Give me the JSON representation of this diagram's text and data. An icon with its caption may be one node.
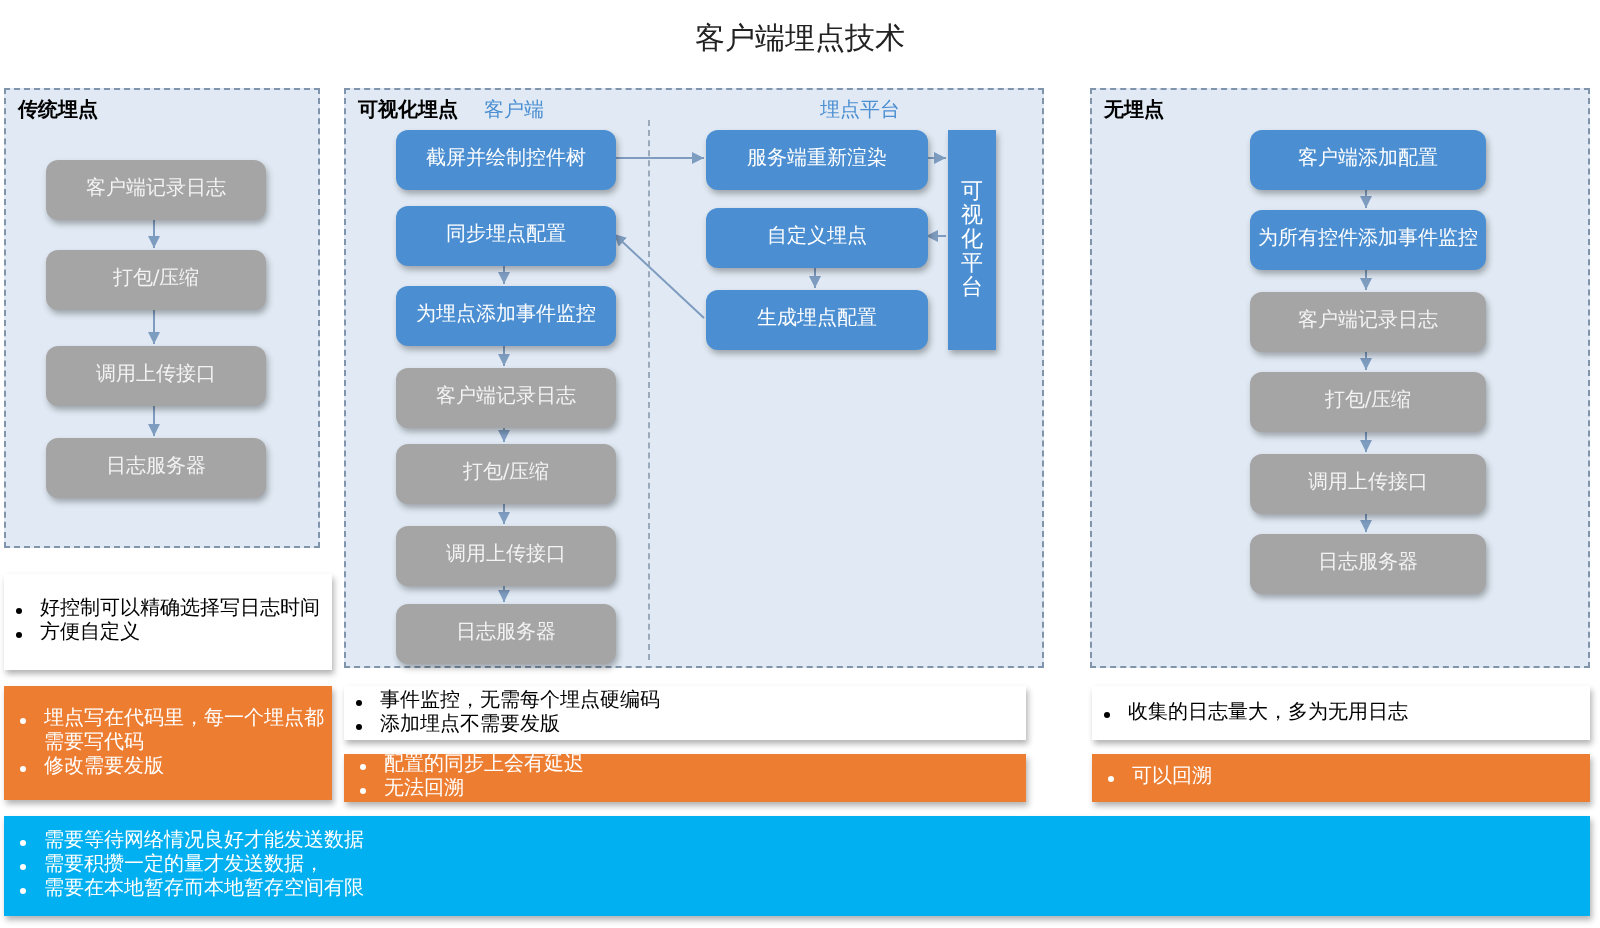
{
  "diagram": {
    "title": "客户端埋点技术",
    "nodes": [
      {
        "text": [
          "传统埋点"
        ]
      },
      {
        "text": [
          "客户端记录日志"
        ],
        "in": 0
      },
      {
        "text": [
          "打包/压缩"
        ],
        "in": 0
      },
      {
        "text": [
          "调用上传接口"
        ],
        "in": 0
      },
      {
        "text": [
          "日志服务器"
        ],
        "in": 0
      },
      {
        "text": [
          "可视化埋点"
        ]
      },
      {
        "text": [
          "截屏并绘制控件树"
        ],
        "in": 5
      },
      {
        "text": [
          "同步埋点配置"
        ],
        "in": 5
      },
      {
        "text": [
          "为埋点添加事件监控"
        ],
        "in": 5
      },
      {
        "text": [
          "客户端记录日志"
        ],
        "in": 5
      },
      {
        "text": [
          "打包/压缩"
        ],
        "in": 5
      },
      {
        "text": [
          "调用上传接口"
        ],
        "in": 5
      },
      {
        "text": [
          "日志服务器"
        ],
        "in": 5
      },
      {
        "text": [
          "服务端重新渲染"
        ],
        "in": 5
      },
      {
        "text": [
          "可视化平台"
        ],
        "in": 5
      },
      {
        "text": [
          "自定义埋点"
        ],
        "in": 5
      },
      {
        "text": [
          "生成埋点配置"
        ],
        "in": 5
      },
      {
        "text": [
          "无埋点"
        ]
      },
      {
        "text": [
          "客户端添加配置"
        ],
        "in": 17
      },
      {
        "text": [
          "为所有控件添加事件监控"
        ],
        "in": 17
      },
      {
        "text": [
          "客户端记录日志"
        ],
        "in": 17
      },
      {
        "text": [
          "打包/压缩"
        ],
        "in": 17
      },
      {
        "text": [
          "调用上传接口"
        ],
        "in": 17
      },
      {
        "text": [
          "日志服务器"
        ],
        "in": 17
      },
      {
        "text": [
          "好控制可以精确选择写日志时间",
          "方便自定义"
        ]
      },
      {
        "text": [
          "埋点写在代码里，每一个埋点都需要写代码",
          "修改需要发版"
        ]
      },
      {
        "text": [
          "事件监控，无需每个埋点硬编码",
          "添加埋点不需要发版"
        ]
      },
      {
        "text": [
          "配置的同步上会有延迟",
          "无法回溯"
        ]
      },
      {
        "text": [
          "收集的日志量大，多为无用日志"
        ]
      },
      {
        "text": [
          "可以回溯"
        ]
      },
      {
        "text": [
          "需要等待网络情况良好才能发送数据",
          "需要积攒一定的量才发送数据，",
          "需要在本地暂存而本地暂存空间有限"
        ]
      }
    ],
    "edges": [
      {
        "from": 1,
        "to": 2,
        "arrow": "to"
      },
      {
        "from": 2,
        "to": 3,
        "arrow": "to"
      },
      {
        "from": 3,
        "to": 4,
        "arrow": "to"
      },
      {
        "from": 6,
        "to": 13,
        "arrow": "to"
      },
      {
        "from": 13,
        "to": 14,
        "arrow": "to"
      },
      {
        "from": 14,
        "to": 15,
        "arrow": "to"
      },
      {
        "from": 15,
        "to": 16,
        "arrow": "to"
      },
      {
        "from": 16,
        "to": 7,
        "arrow": "to"
      },
      {
        "from": 7,
        "to": 8,
        "arrow": "to"
      },
      {
        "from": 8,
        "to": 9,
        "arrow": "to"
      },
      {
        "from": 9,
        "to": 10,
        "arrow": "to"
      },
      {
        "from": 10,
        "to": 11,
        "arrow": "to"
      },
      {
        "from": 11,
        "to": 12,
        "arrow": "to"
      },
      {
        "from": 18,
        "to": 19,
        "arrow": "to"
      },
      {
        "from": 19,
        "to": 20,
        "arrow": "to"
      },
      {
        "from": 20,
        "to": 21,
        "arrow": "to"
      },
      {
        "from": 21,
        "to": 22,
        "arrow": "to"
      },
      {
        "from": 22,
        "to": 23,
        "arrow": "to"
      }
    ],
    "labels": [
      "客户端",
      "埋点平台"
    ]
  }
}
